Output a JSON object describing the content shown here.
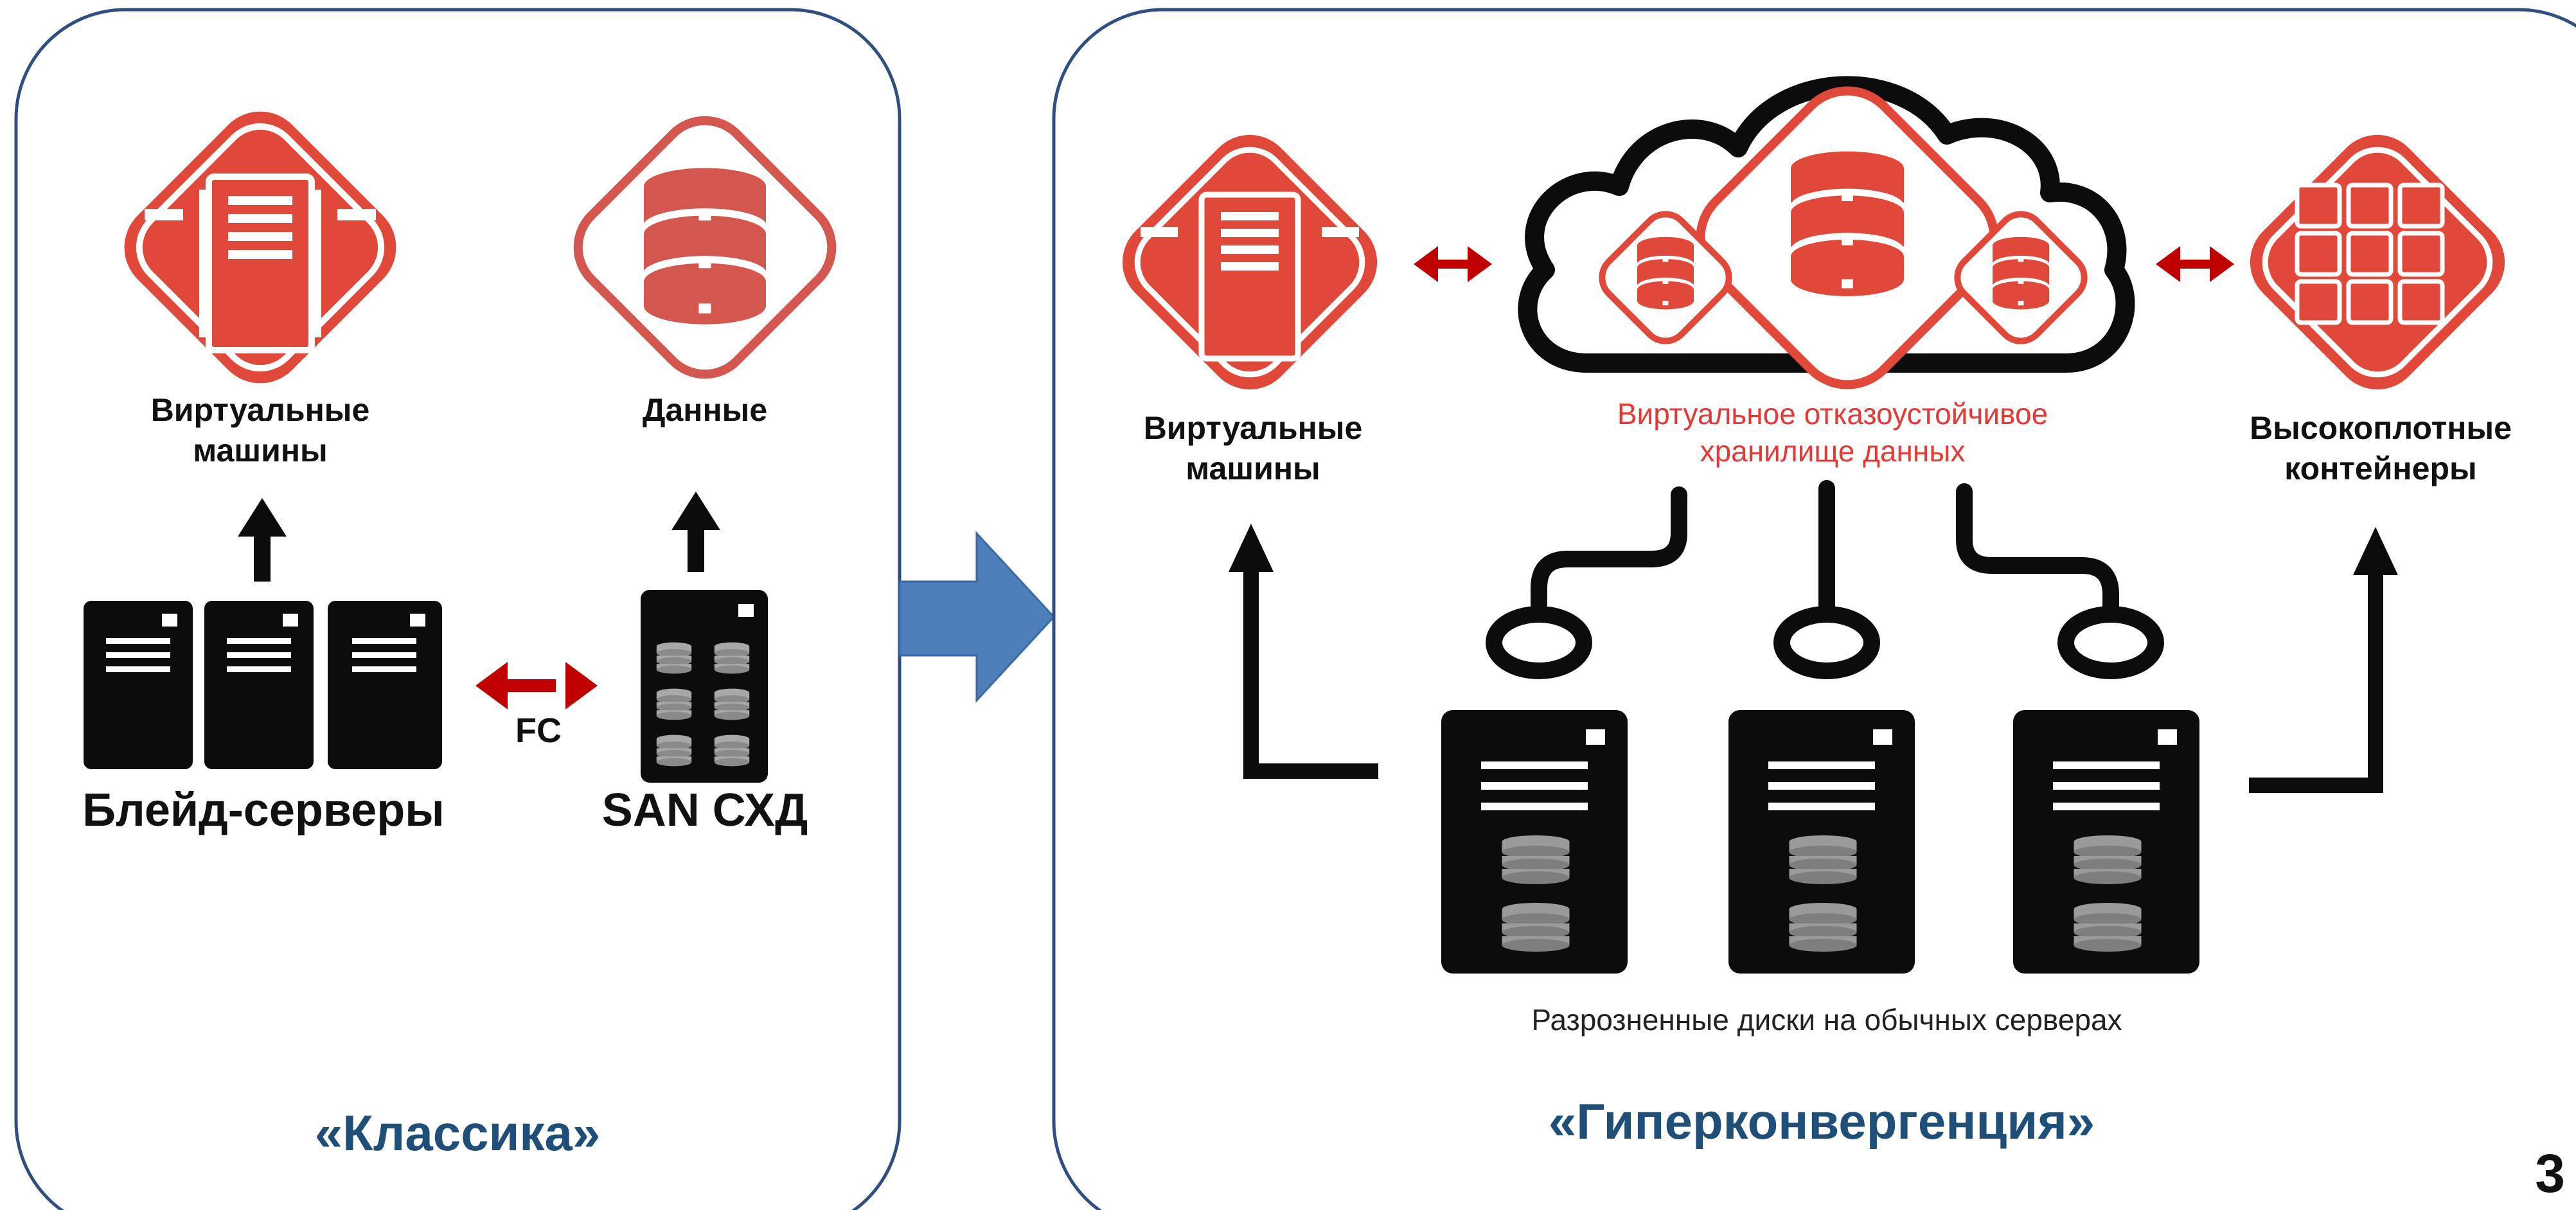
{
  "colors": {
    "panel_border": "#2f4f82",
    "red": "#e0483a",
    "red_dark": "#c0201a",
    "red_arrow": "#c00000",
    "black": "#0c0c0c",
    "blue_arrow": "#4f7fba",
    "title_blue": "#1f4e79",
    "disk_gray": "#9a9a9a"
  },
  "classic": {
    "title": "«Классика»",
    "vm_label_1": "Виртуальные",
    "vm_label_2": "машины",
    "data_label": "Данные",
    "blades_label": "Блейд-серверы",
    "fc_label": "FC",
    "san_label": "SAN СХД",
    "icons": [
      "server-diamond-icon",
      "database-diamond-icon",
      "blade-server-icon",
      "storage-server-icon"
    ]
  },
  "hyper": {
    "title": "«Гиперконвергенция»",
    "vm_label_1": "Виртуальные",
    "vm_label_2": "машины",
    "storage_label_1": "Виртуальное отказоустойчивое",
    "storage_label_2": "хранилище данных",
    "containers_label_1": "Высокоплотные",
    "containers_label_2": "контейнеры",
    "servers_caption": "Разрозненные диски на обычных серверах",
    "icons": [
      "cloud-icon",
      "server-diamond-icon",
      "containers-diamond-icon",
      "server-with-disks-icon"
    ]
  },
  "page_number": "3"
}
